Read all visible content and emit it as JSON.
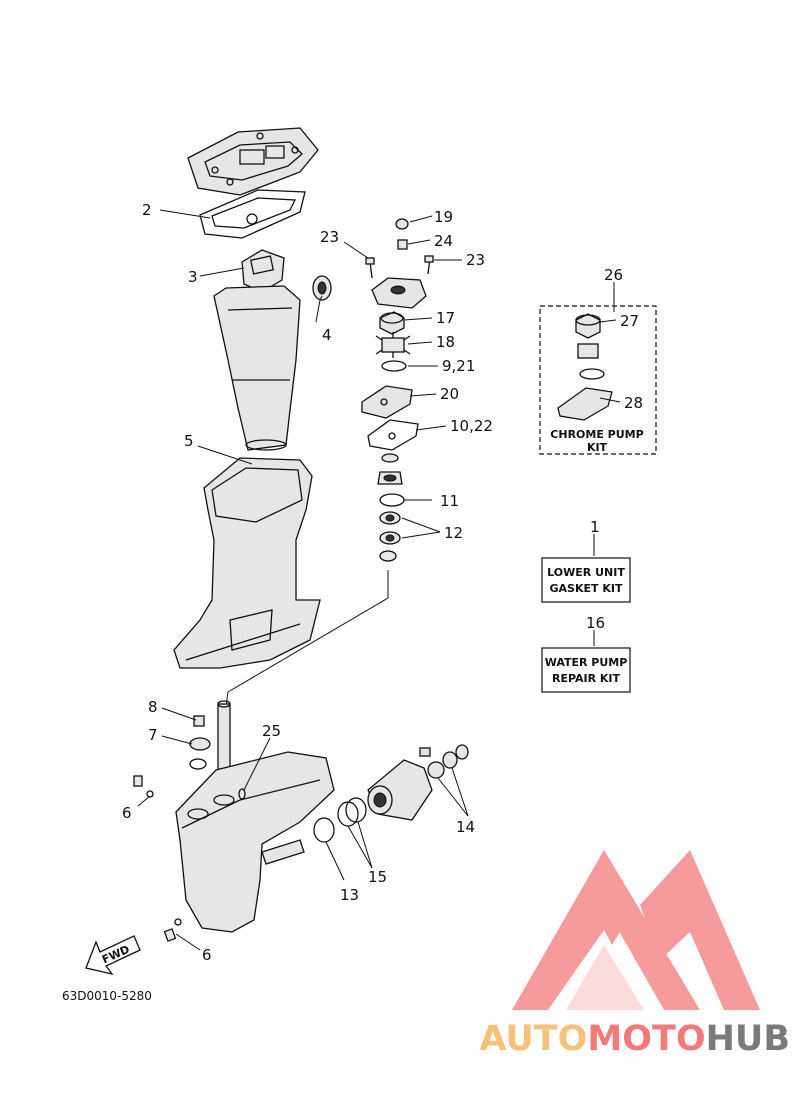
{
  "callouts": {
    "c1": "1",
    "c2": "2",
    "c3": "3",
    "c4": "4",
    "c5": "5",
    "c6a": "6",
    "c6b": "6",
    "c7": "7",
    "c8": "8",
    "c9_21": "9,21",
    "c10_22": "10,22",
    "c11": "11",
    "c12": "12",
    "c13": "13",
    "c14": "14",
    "c15": "15",
    "c16": "16",
    "c17": "17",
    "c18": "18",
    "c19": "19",
    "c20": "20",
    "c23a": "23",
    "c23b": "23",
    "c24": "24",
    "c25": "25",
    "c26": "26",
    "c27": "27",
    "c28": "28"
  },
  "kits": {
    "chrome_pump": {
      "line1": "CHROME PUMP",
      "line2": "KIT"
    },
    "lower_unit": {
      "line1": "LOWER UNIT",
      "line2": "GASKET KIT"
    },
    "water_pump": {
      "line1": "WATER PUMP",
      "line2": "REPAIR KIT"
    }
  },
  "fwd_label": "FWD",
  "diagram_code": "63D0010-5280",
  "watermark": {
    "auto": "AUTO",
    "moto": "MOTO",
    "hub": "HUB",
    "auto_color": "#f6c27a",
    "moto_color": "#f47a7a",
    "hub_color": "#7a7a7a",
    "logo_color": "#f47a7a"
  }
}
